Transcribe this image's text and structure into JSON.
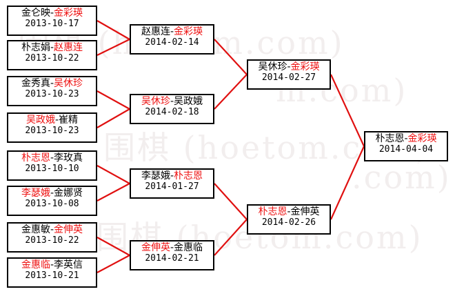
{
  "diagram": {
    "type": "tournament-bracket",
    "title": "Go tournament knockout bracket",
    "colors": {
      "winner": "#ee1111",
      "loser": "#000000",
      "box_border": "#000000",
      "connector": "#e01010",
      "background": "#ffffff",
      "watermark": "#f2eeee"
    },
    "watermark": {
      "lines": [
        "围棋 (hoetom.com)",
        "围棋 (hoetom.com)",
        "围棋 (hoetom.com)",
        "m.com)",
        ".com)"
      ]
    }
  },
  "rounds": [
    {
      "name": "round-1",
      "matches": [
        {
          "id": "r1m1",
          "left": "金仑映",
          "right": "金彩瑛",
          "winner": "right",
          "date": "2013-10-17"
        },
        {
          "id": "r1m2",
          "left": "朴志娟",
          "right": "赵惠连",
          "winner": "right",
          "date": "2013-10-22"
        },
        {
          "id": "r1m3",
          "left": "金秀真",
          "right": "吴休珍",
          "winner": "right",
          "date": "2013-10-23"
        },
        {
          "id": "r1m4",
          "left": "吴政娥",
          "right": "崔精",
          "winner": "left",
          "date": "2013-10-23"
        },
        {
          "id": "r1m5",
          "left": "朴志恩",
          "right": "李玫真",
          "winner": "left",
          "date": "2013-10-10"
        },
        {
          "id": "r1m6",
          "left": "李瑟娥",
          "right": "金娜贤",
          "winner": "left",
          "date": "2013-10-08"
        },
        {
          "id": "r1m7",
          "left": "金惠敏",
          "right": "金伸英",
          "winner": "right",
          "date": "2013-10-22"
        },
        {
          "id": "r1m8",
          "left": "金惠临",
          "right": "李英信",
          "winner": "left",
          "date": "2013-10-21"
        }
      ]
    },
    {
      "name": "round-2",
      "matches": [
        {
          "id": "r2m1",
          "left": "赵惠连",
          "right": "金彩瑛",
          "winner": "right",
          "date": "2014-02-14"
        },
        {
          "id": "r2m2",
          "left": "吴休珍",
          "right": "吴政娥",
          "winner": "left",
          "date": "2014-02-18"
        },
        {
          "id": "r2m3",
          "left": "李瑟娥",
          "right": "朴志恩",
          "winner": "right",
          "date": "2014-01-27"
        },
        {
          "id": "r2m4",
          "left": "金伸英",
          "right": "金惠临",
          "winner": "left",
          "date": "2014-02-21"
        }
      ]
    },
    {
      "name": "semifinal",
      "matches": [
        {
          "id": "sf1",
          "left": "吴休珍",
          "right": "金彩瑛",
          "winner": "right",
          "date": "2014-02-27"
        },
        {
          "id": "sf2",
          "left": "朴志恩",
          "right": "金伸英",
          "winner": "left",
          "date": "2014-02-26"
        }
      ]
    },
    {
      "name": "final",
      "matches": [
        {
          "id": "f1",
          "left": "朴志恩",
          "right": "金彩瑛",
          "winner": "right",
          "date": "2014-04-04"
        }
      ]
    }
  ]
}
